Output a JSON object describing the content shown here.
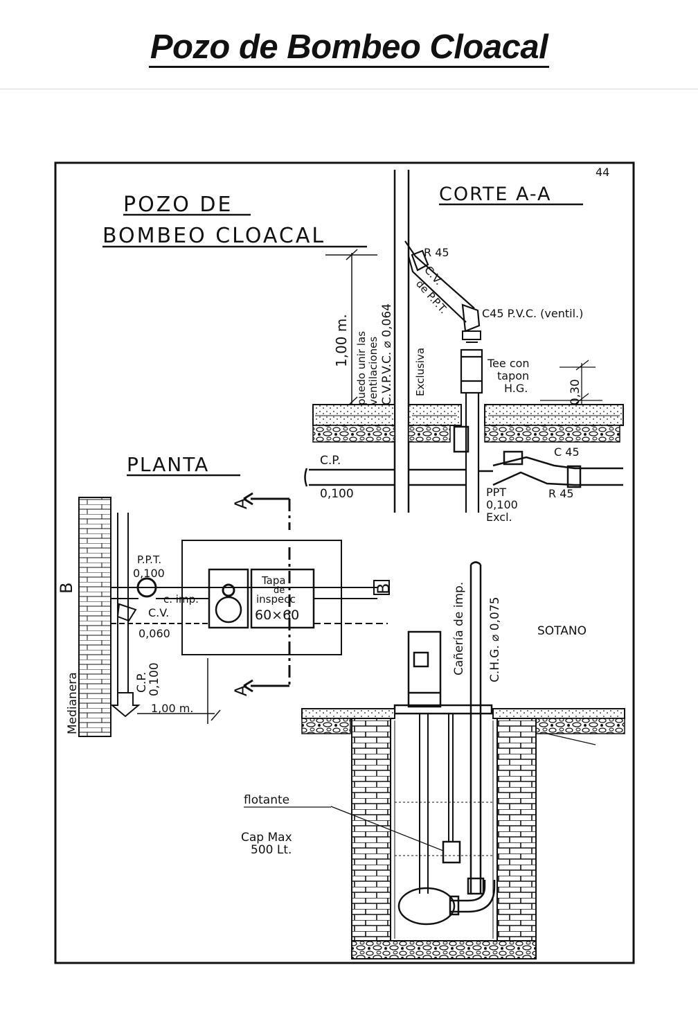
{
  "page": {
    "title": "Pozo de Bombeo Cloacal"
  },
  "drawing": {
    "sheet_number": "44",
    "title_line1": "POZO DE",
    "title_line2": "BOMBEO CLOACAL",
    "section_title": "CORTE A-A",
    "plan_title": "PLANTA",
    "vent_label_dim": "1,00 m.",
    "vent_note_1": "puedo unir las",
    "vent_note_2": "ventilaciones",
    "vent_cv": "C.V.P.V.C. ⌀ 0,064",
    "vent_exclusiva": "Exclusiva",
    "r45_top": "R 45",
    "cv_ppt_1": "C.V.",
    "cv_ppt_2": "de P.P.T.",
    "c45_pvc": "C45 P.V.C. (ventil.)",
    "tee_1": "Tee con",
    "tee_2": "tapon",
    "tee_3": "H.G.",
    "dim_030": "0,30",
    "c45_low": "C 45",
    "cp_top": "C.P.",
    "cp_0100": "0,100",
    "ppt": "PPT",
    "ppt_0100": "0,100",
    "excl": "Excl.",
    "r45_low": "R 45",
    "ppt_plan": "P.P.T.",
    "ppt_plan_0100": "0,100",
    "c_imp": "c. imp.",
    "cv_plan": "C.V.",
    "cv_0060": "0,060",
    "tapa_1": "Tapa",
    "tapa_2": "de",
    "tapa_3": "inspecc",
    "tapa_4": "60×60",
    "cp_plan": "C.P.",
    "cp_plan_0100": "0,100",
    "plan_dim": "1,00 m.",
    "medianera": "Medianera",
    "letter_b": "B",
    "letter_a": "A",
    "caneria_1": "Cañería de imp.",
    "caneria_2": "C.H.G. ⌀ 0,075",
    "sotano": "SOTANO",
    "flotante": "flotante",
    "cap_max_1": "Cap Max",
    "cap_max_2": "500 Lt."
  }
}
